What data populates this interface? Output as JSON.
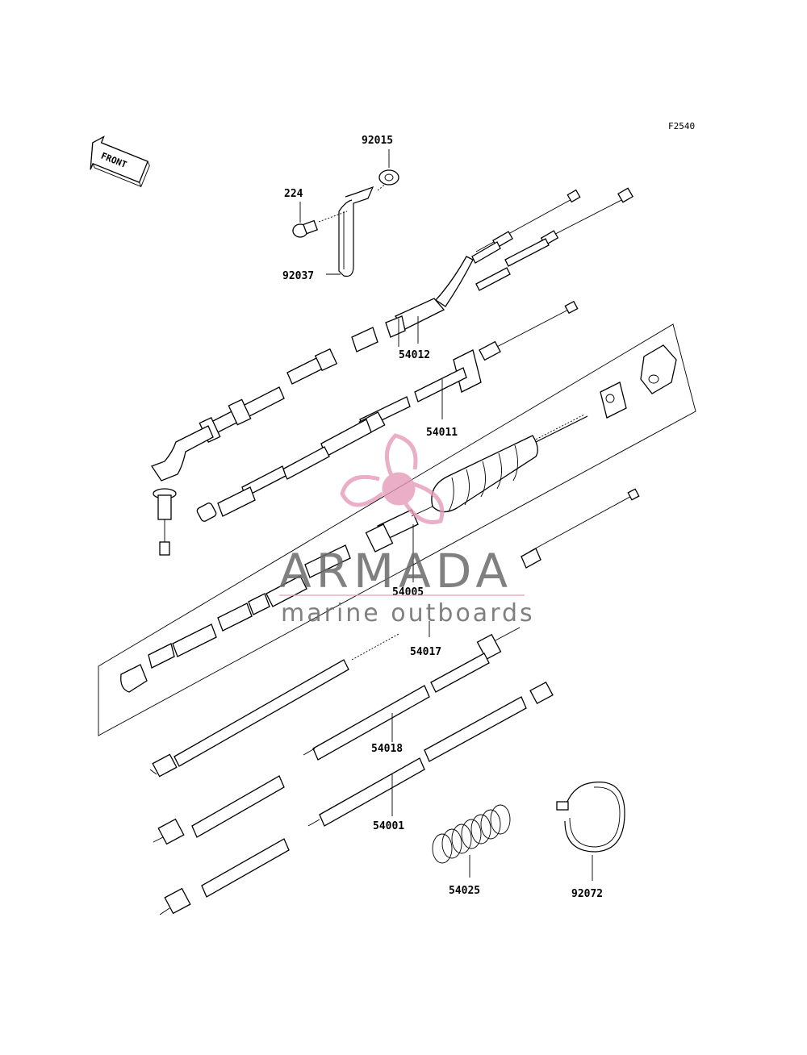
{
  "figure_code": "F2540",
  "front_label": "FRONT",
  "watermark": {
    "brand": "ARMADA",
    "tagline": "marine outboards",
    "logo_color": "#e59ab8"
  },
  "part_labels": [
    "92015",
    "224",
    "92037",
    "54012",
    "54011",
    "54005",
    "54017",
    "54018",
    "54001",
    "54025",
    "92072"
  ]
}
